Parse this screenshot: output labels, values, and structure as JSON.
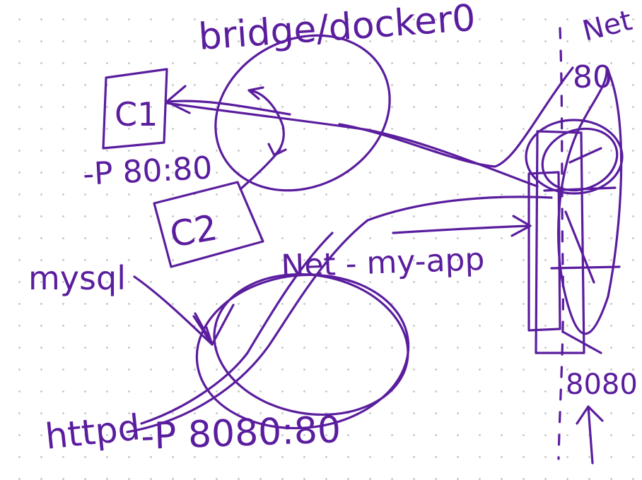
{
  "ink_color": "#5a1d9e",
  "labels": {
    "bridge": "bridge/docker0",
    "net_right": "Net",
    "port_80_top": "80",
    "c1": "C1",
    "c2": "C2",
    "publish_c1": "-P 80:80",
    "mysql": "mysql",
    "net_myapp": "Net - my-app",
    "httpd": "httpd",
    "publish_httpd": "-P 8080:80",
    "port_8080": "8080"
  }
}
